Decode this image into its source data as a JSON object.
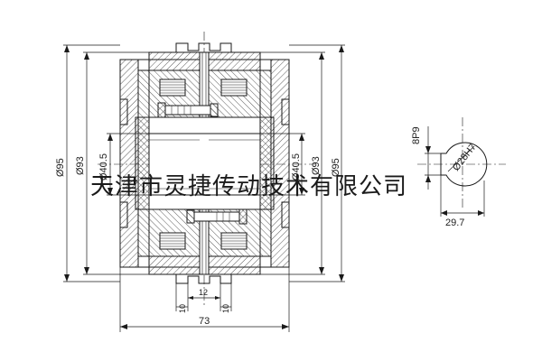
{
  "watermark": "天津市灵捷传动技术有限公司",
  "dimensions": {
    "outer_dia_left": "Ø95",
    "mid_dia_left": "Ø93",
    "bore_left": "Ø40.5",
    "bore_right": "Ø40.5",
    "mid_dia_right": "Ø93",
    "outer_dia_right": "Ø95",
    "overall_length": "73",
    "center_width": "12",
    "side_a": "10",
    "side_b": "10",
    "keyway": "8P9",
    "shaft_bore": "Ø28H7",
    "key_depth": "29.7"
  },
  "colors": {
    "line": "#1a1a1a",
    "hatch": "#333333",
    "background": "#ffffff"
  }
}
